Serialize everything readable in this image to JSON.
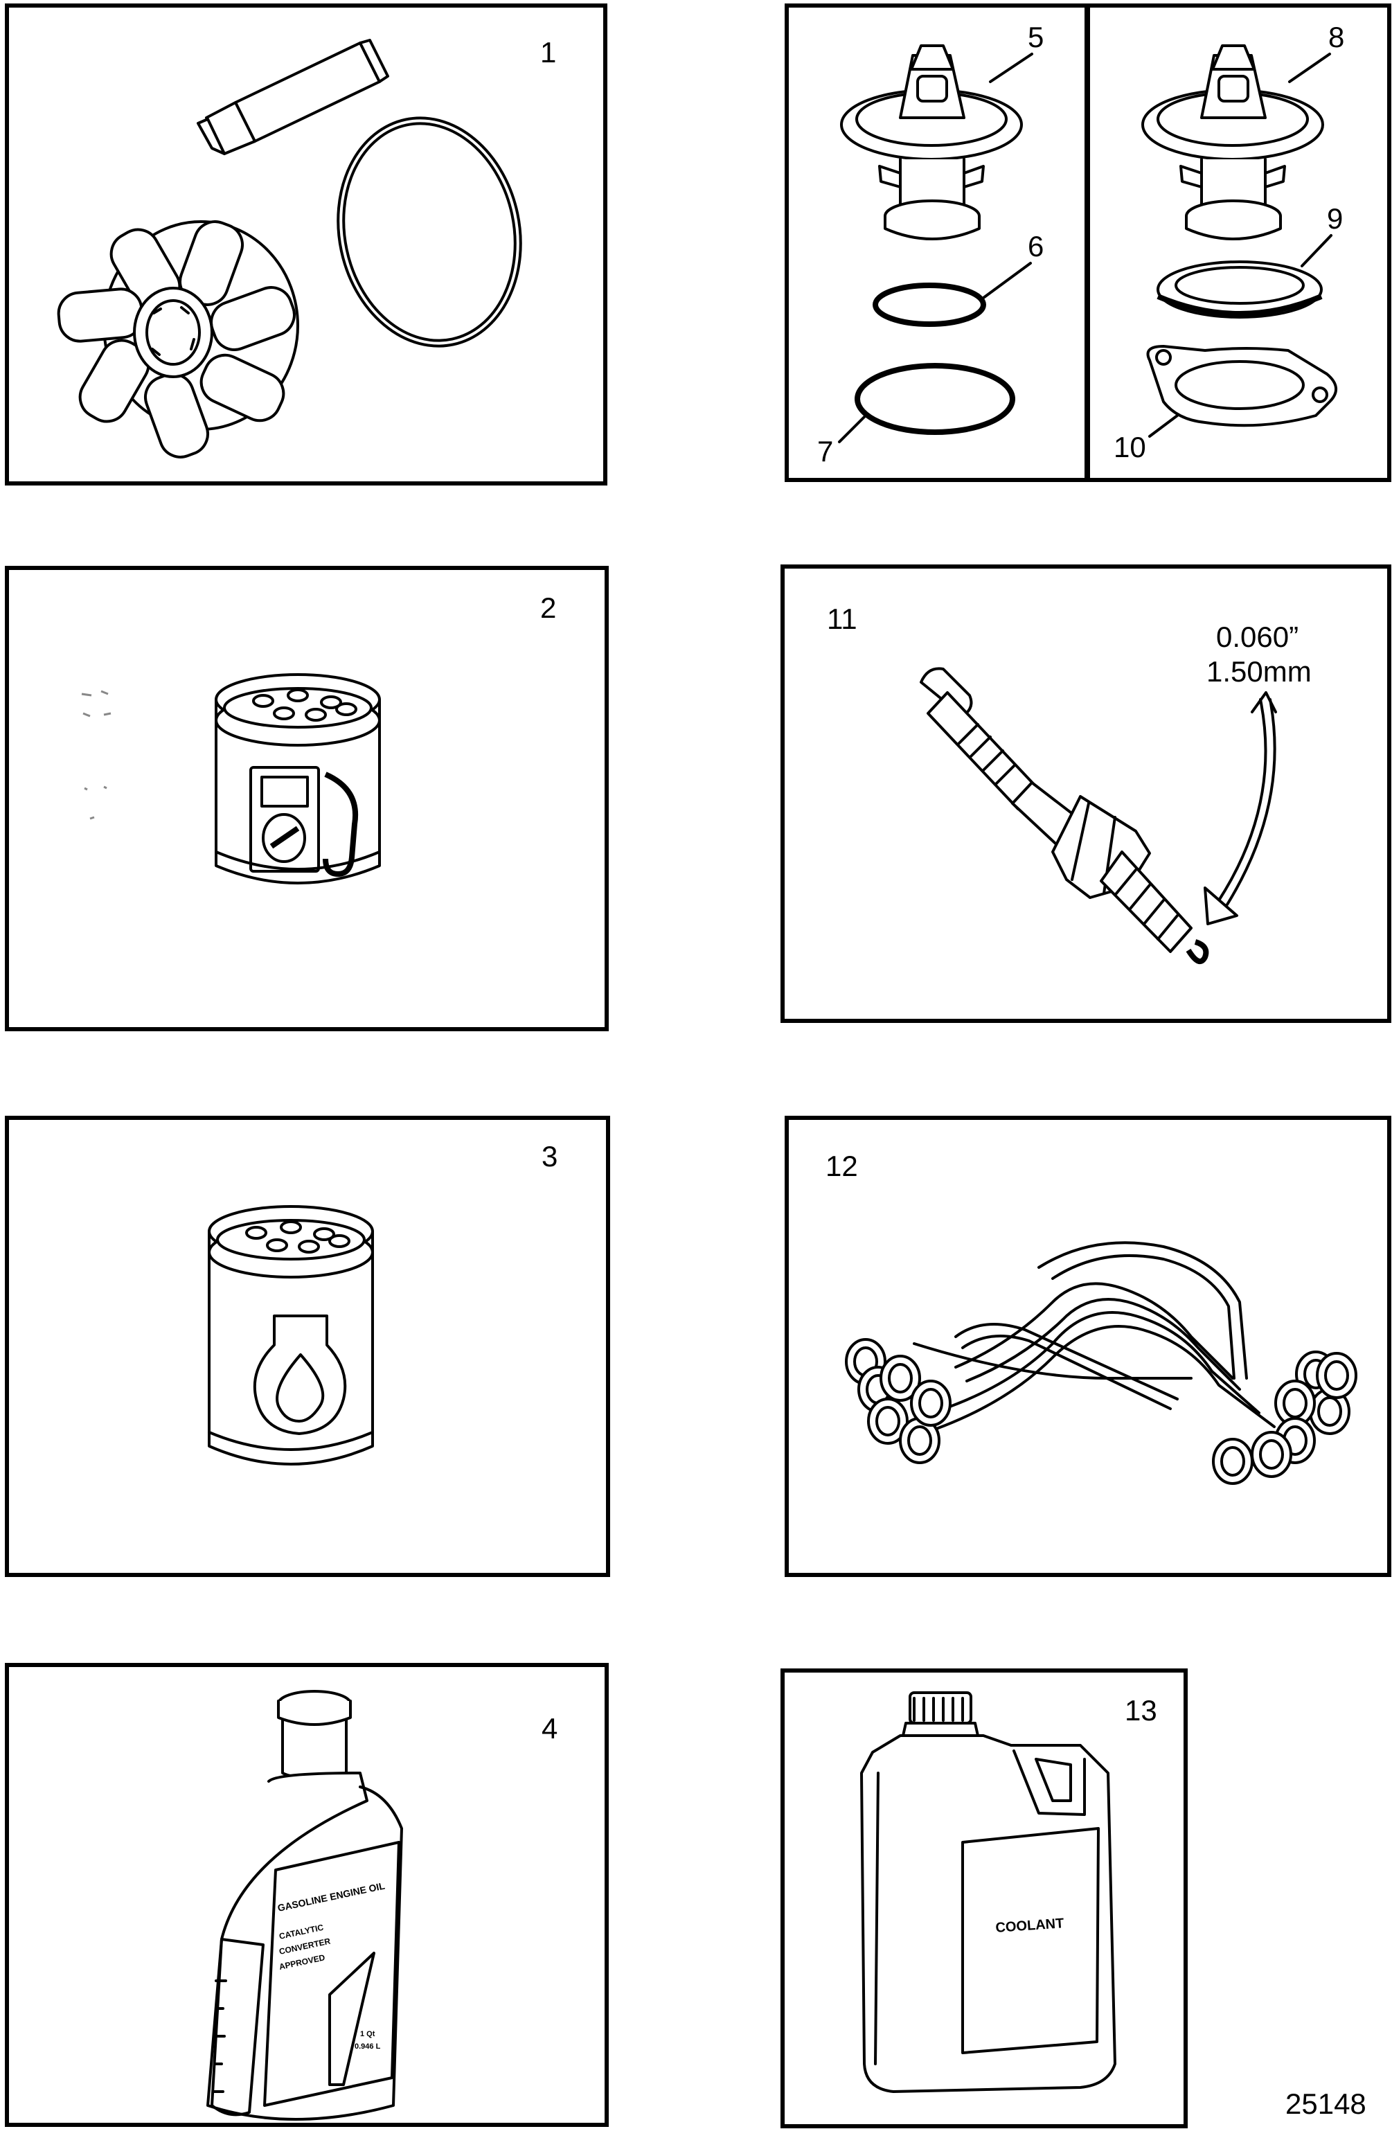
{
  "panels": [
    {
      "label": "1",
      "content": "impeller-kit"
    },
    {
      "label": "2",
      "content": "fuel-filter"
    },
    {
      "label": "3",
      "content": "oil-filter"
    },
    {
      "label": "4",
      "content": "engine-oil-bottle"
    },
    {
      "label": "5-10",
      "content": "thermostat-kits"
    },
    {
      "label": "11",
      "content": "spark-plug"
    },
    {
      "label": "12",
      "content": "ignition-wires"
    },
    {
      "label": "13",
      "content": "coolant-jug"
    }
  ],
  "callouts": {
    "n1": "1",
    "n2": "2",
    "n3": "3",
    "n4": "4",
    "n5": "5",
    "n6": "6",
    "n7": "7",
    "n8": "8",
    "n9": "9",
    "n10": "10",
    "n11": "11",
    "n12": "12",
    "n13": "13"
  },
  "spark_gap": {
    "inch": "0.060”",
    "mm": "1.50mm"
  },
  "oil_bottle_label": {
    "line1": "GASOLINE ENGINE OIL",
    "line2": "CATALYTIC",
    "line3": "CONVERTER",
    "line4": "APPROVED",
    "volume1": "1 Qt",
    "volume2": "0.946 L"
  },
  "coolant_label": "COOLANT",
  "figure_id": "25148",
  "colors": {
    "ink": "#000000",
    "paper": "#ffffff"
  }
}
